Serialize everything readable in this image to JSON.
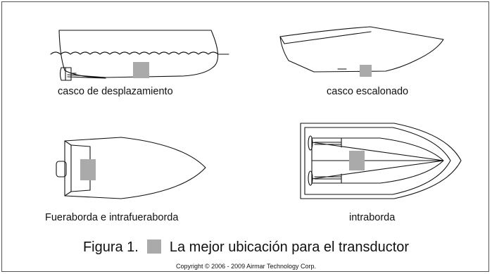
{
  "figure": {
    "captions": {
      "displacement": "casco de desplazamiento",
      "stepped": "casco escalonado",
      "outboard": "Fueraborda e intrafueraborda",
      "inboard": "intraborda"
    },
    "title_prefix": "Figura 1.",
    "title_text": "La mejor ubicación para el transductor",
    "copyright": "Copyright © 2006 - 2009 Airmar Technology Corp."
  },
  "colors": {
    "marker": "#aaaaaa",
    "line": "#111111"
  }
}
